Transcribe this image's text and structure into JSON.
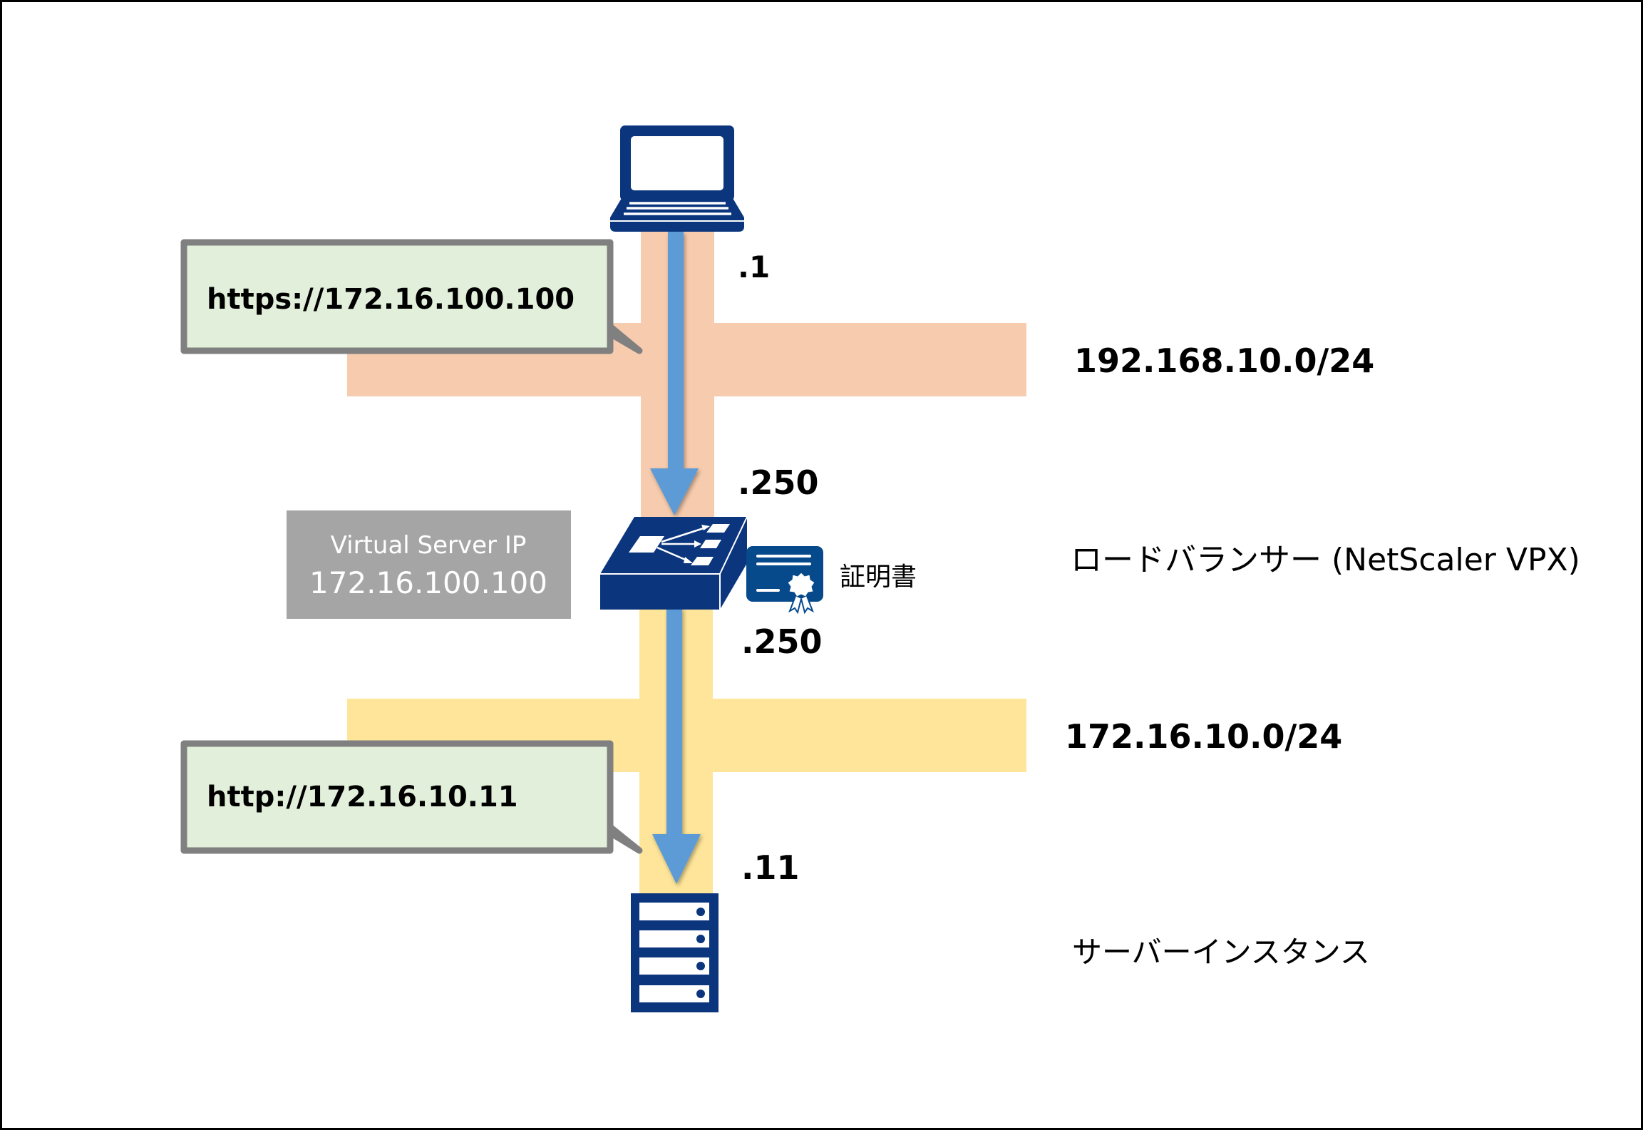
{
  "colors": {
    "upper_network": "#f7cbad",
    "lower_network": "#fee599",
    "flow_arrow": "#5b9bd5",
    "device": "#0b357d",
    "certificate": "#064a8c",
    "callout_fill": "#e2efda",
    "callout_border": "#808080",
    "vs_box": "#a5a5a5"
  },
  "client": {
    "icon": "laptop-icon",
    "ip_suffix": ".1",
    "request_url": "https://172.16.100.100"
  },
  "networks": {
    "upper": {
      "cidr": "192.168.10.0/24"
    },
    "lower": {
      "cidr": "172.16.10.0/24"
    }
  },
  "load_balancer": {
    "icon": "load-balancer-icon",
    "label": "ロードバランサー (NetScaler VPX)",
    "upper_ip_suffix": ".250",
    "lower_ip_suffix": ".250",
    "virtual_server": {
      "title": "Virtual Server IP",
      "ip": "172.16.100.100"
    },
    "certificate": {
      "icon": "certificate-icon",
      "label": "証明書"
    }
  },
  "server": {
    "icon": "server-icon",
    "label": "サーバーインスタンス",
    "ip_suffix": ".11",
    "request_url": "http://172.16.10.11"
  }
}
